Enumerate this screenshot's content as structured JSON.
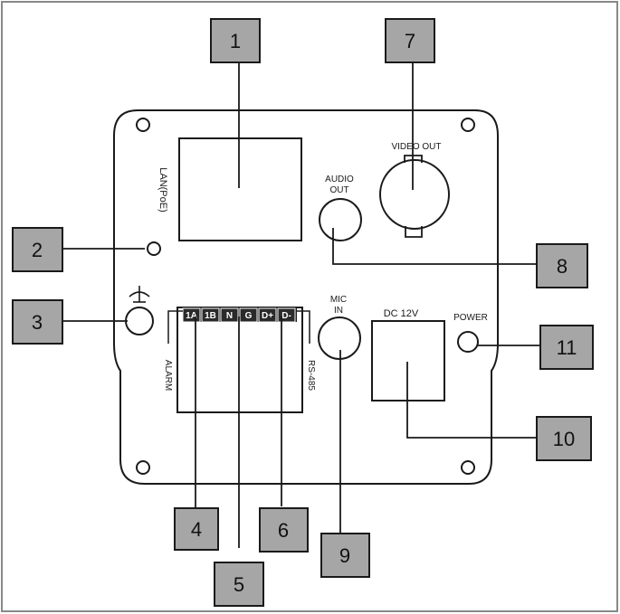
{
  "labels": {
    "lan": "LAN(PoE)",
    "video_out": "VIDEO OUT",
    "audio_out_1": "AUDIO",
    "audio_out_2": "OUT",
    "mic_in_1": "MIC",
    "mic_in_2": "IN",
    "dc": "DC 12V",
    "power": "POWER",
    "alarm": "ALARM",
    "rs485": "RS-485",
    "terminals": [
      "1A",
      "1B",
      "N",
      "G",
      "D+",
      "D-"
    ]
  },
  "callouts": [
    "1",
    "2",
    "3",
    "4",
    "5",
    "6",
    "7",
    "8",
    "9",
    "10",
    "11"
  ],
  "colors": {
    "callout_fill": "#a6a6a6",
    "line": "#1a1a1a"
  }
}
